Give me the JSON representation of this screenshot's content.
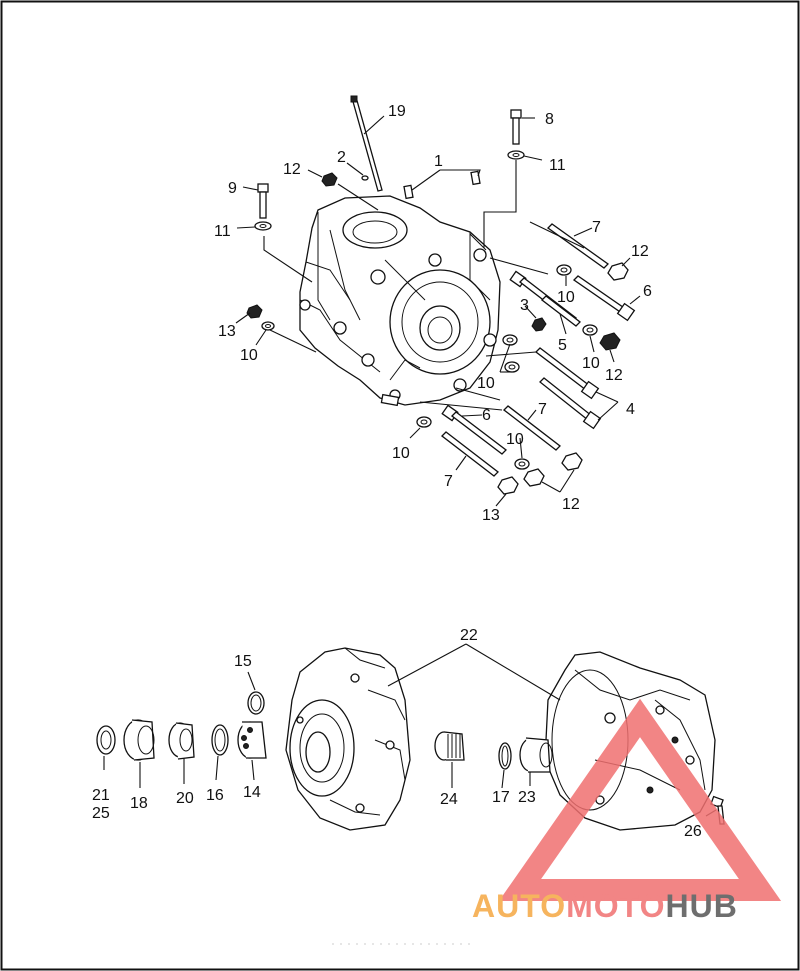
{
  "diagram": {
    "frame_color": "#111111",
    "callouts_upper": [
      {
        "id": "c19",
        "text": "19"
      },
      {
        "id": "c2",
        "text": "2"
      },
      {
        "id": "c1",
        "text": "1"
      },
      {
        "id": "c12a",
        "text": "12"
      },
      {
        "id": "c9",
        "text": "9"
      },
      {
        "id": "c11a",
        "text": "11"
      },
      {
        "id": "c8",
        "text": "8"
      },
      {
        "id": "c11b",
        "text": "11"
      },
      {
        "id": "c7a",
        "text": "7"
      },
      {
        "id": "c12b",
        "text": "12"
      },
      {
        "id": "c10a",
        "text": "10"
      },
      {
        "id": "c6a",
        "text": "6"
      },
      {
        "id": "c3",
        "text": "3"
      },
      {
        "id": "c5",
        "text": "5"
      },
      {
        "id": "c10b",
        "text": "10"
      },
      {
        "id": "c12c",
        "text": "12"
      },
      {
        "id": "c13a",
        "text": "13"
      },
      {
        "id": "c10c",
        "text": "10"
      },
      {
        "id": "c10d",
        "text": "10"
      },
      {
        "id": "c4",
        "text": "4"
      },
      {
        "id": "c6b",
        "text": "6"
      },
      {
        "id": "c7b",
        "text": "7"
      },
      {
        "id": "c10e",
        "text": "10"
      },
      {
        "id": "c10f",
        "text": "10"
      },
      {
        "id": "c7c",
        "text": "7"
      },
      {
        "id": "c12d",
        "text": "12"
      },
      {
        "id": "c13b",
        "text": "13"
      }
    ],
    "callouts_lower": [
      {
        "id": "c22",
        "text": "22"
      },
      {
        "id": "c15",
        "text": "15"
      },
      {
        "id": "c21",
        "text": "21"
      },
      {
        "id": "c25",
        "text": "25"
      },
      {
        "id": "c18",
        "text": "18"
      },
      {
        "id": "c20",
        "text": "20"
      },
      {
        "id": "c16",
        "text": "16"
      },
      {
        "id": "c14",
        "text": "14"
      },
      {
        "id": "c24",
        "text": "24"
      },
      {
        "id": "c17",
        "text": "17"
      },
      {
        "id": "c23",
        "text": "23"
      },
      {
        "id": "c26",
        "text": "26"
      }
    ]
  },
  "watermark": {
    "part1": "AUTO",
    "part2": "MOTO",
    "part3": "HUB",
    "color_primary": "#f5a742",
    "color_secondary": "#f07070",
    "color_dark": "#555555"
  }
}
